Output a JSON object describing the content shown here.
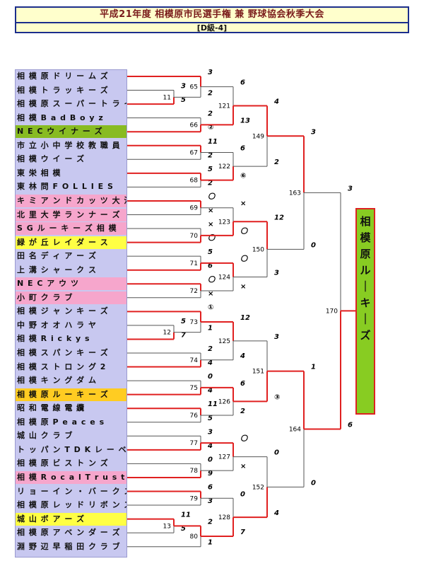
{
  "header": {
    "title": "平成21年度 相模原市民選手権 兼 野球協会秋季大会",
    "subtitle": "[D級-4]"
  },
  "teams": [
    {
      "name": "相 模 原 ド リ ー ム ズ",
      "hl": ""
    },
    {
      "name": "相 模 ト ラ ッ キ ー ズ",
      "hl": ""
    },
    {
      "name": "相 模 原 ス ー パ ー ト ラ イ",
      "hl": ""
    },
    {
      "name": "相 模 B a d B o y z",
      "hl": ""
    },
    {
      "name": "N E C ウ イ ナ ー ズ",
      "hl": "green"
    },
    {
      "name": "市 立 小 中 学 校 教 職 員",
      "hl": ""
    },
    {
      "name": "相 模 ウ イ ー ズ",
      "hl": ""
    },
    {
      "name": "東 栄 相 模",
      "hl": ""
    },
    {
      "name": "東 林 問 F O L L I E S",
      "hl": ""
    },
    {
      "name": "キ ミ ア ン ド カ ッ ツ 大 沼",
      "hl": "pink"
    },
    {
      "name": "北 里 大 学 ラ ン ナ ー ズ",
      "hl": "pink"
    },
    {
      "name": "S G ル ー キ ー ズ 相 模",
      "hl": "pink"
    },
    {
      "name": "緑 が 丘 レ イ ダ ー ス",
      "hl": "yellow"
    },
    {
      "name": "田 名 デ ィ ア ー ズ",
      "hl": ""
    },
    {
      "name": "上 溝 シ ャ ー ク ス",
      "hl": ""
    },
    {
      "name": "N E C ア ウ ツ",
      "hl": "pink"
    },
    {
      "name": "小 町 ク ラ ブ",
      "hl": "pink"
    },
    {
      "name": "相 模 ジ ャ ン キ ー ズ",
      "hl": ""
    },
    {
      "name": "中 野 オ オ ハ ラ ヤ",
      "hl": ""
    },
    {
      "name": "相 模 R i c k y s",
      "hl": ""
    },
    {
      "name": "相 模 ス パ ン キ ー ズ",
      "hl": ""
    },
    {
      "name": "相 模 ス ト ロ ン グ 2",
      "hl": ""
    },
    {
      "name": "相 模 キ ン グ ダ ム",
      "hl": ""
    },
    {
      "name": "相 模 原 ル ー キ ー ズ",
      "hl": "orange"
    },
    {
      "name": "昭 和 電 線 電 纜",
      "hl": ""
    },
    {
      "name": "相 模 原 P e a c e s",
      "hl": ""
    },
    {
      "name": "城 山 ク ラ ブ",
      "hl": ""
    },
    {
      "name": "ト ッ パ ン T D K レ ー ベ ル",
      "hl": ""
    },
    {
      "name": "相 模 原 ビ ス ト ン ズ",
      "hl": ""
    },
    {
      "name": "相 模 R o c a l T r u s t",
      "hl": "pink"
    },
    {
      "name": "リ ョ ー イ ン ・ バ ー ク ス",
      "hl": ""
    },
    {
      "name": "相 模 原 レ ッ ド リ ボ ン ズ",
      "hl": ""
    },
    {
      "name": "城 山 ボ ア ー ズ",
      "hl": "yellow"
    },
    {
      "name": "相 模 原 ア ベ ン ダ ー ズ",
      "hl": ""
    },
    {
      "name": "淵 野 辺 早 稲 田 ク ラ ブ",
      "hl": ""
    }
  ],
  "matches": [
    {
      "id": "11",
      "level": 0,
      "a": {
        "team": 1
      },
      "b": {
        "team": 2
      },
      "sa": "3",
      "sb": "5",
      "winner": "b"
    },
    {
      "id": "12",
      "level": 0,
      "a": {
        "team": 18
      },
      "b": {
        "team": 19
      },
      "sa": "5",
      "sb": "7",
      "winner": "b"
    },
    {
      "id": "13",
      "level": 0,
      "a": {
        "team": 32
      },
      "b": {
        "team": 33
      },
      "sa": "11",
      "sb": "5",
      "winner": "a"
    },
    {
      "id": "65",
      "level": 1,
      "a": {
        "team": 0
      },
      "b": {
        "match": "11"
      },
      "sa": "3",
      "sb": "2",
      "winner": "a"
    },
    {
      "id": "66",
      "level": 1,
      "a": {
        "team": 3
      },
      "b": {
        "team": 4
      },
      "sa": "2",
      "sb": "②",
      "winner": "b"
    },
    {
      "id": "67",
      "level": 1,
      "a": {
        "team": 5
      },
      "b": {
        "team": 6
      },
      "sa": "11",
      "sb": "2",
      "winner": "a"
    },
    {
      "id": "68",
      "level": 1,
      "a": {
        "team": 7
      },
      "b": {
        "team": 8
      },
      "sa": "5",
      "sb": "2",
      "winner": "a"
    },
    {
      "id": "69",
      "level": 1,
      "a": {
        "team": 9
      },
      "b": {
        "team": 10
      },
      "sa": "〇",
      "sb": "×",
      "winner": "a"
    },
    {
      "id": "70",
      "level": 1,
      "a": {
        "team": 11
      },
      "b": {
        "team": 12
      },
      "sa": "×",
      "sb": "〇",
      "winner": "b"
    },
    {
      "id": "71",
      "level": 1,
      "a": {
        "team": 13
      },
      "b": {
        "team": 14
      },
      "sa": "5",
      "sb": "6",
      "winner": "b"
    },
    {
      "id": "72",
      "level": 1,
      "a": {
        "team": 15
      },
      "b": {
        "team": 16
      },
      "sa": "〇",
      "sb": "×",
      "winner": "a"
    },
    {
      "id": "73",
      "level": 1,
      "a": {
        "team": 17
      },
      "b": {
        "match": "12"
      },
      "sa": "①",
      "sb": "1",
      "winner": "a"
    },
    {
      "id": "74",
      "level": 1,
      "a": {
        "team": 20
      },
      "b": {
        "team": 21
      },
      "sa": "2",
      "sb": "4",
      "winner": "b"
    },
    {
      "id": "75",
      "level": 1,
      "a": {
        "team": 22
      },
      "b": {
        "team": 23
      },
      "sa": "0",
      "sb": "4",
      "winner": "b"
    },
    {
      "id": "76",
      "level": 1,
      "a": {
        "team": 24
      },
      "b": {
        "team": 25
      },
      "sa": "11",
      "sb": "5",
      "winner": "a"
    },
    {
      "id": "77",
      "level": 1,
      "a": {
        "team": 26
      },
      "b": {
        "team": 27
      },
      "sa": "3",
      "sb": "4",
      "winner": "b"
    },
    {
      "id": "78",
      "level": 1,
      "a": {
        "team": 28
      },
      "b": {
        "team": 29
      },
      "sa": "0",
      "sb": "9",
      "winner": "b"
    },
    {
      "id": "79",
      "level": 1,
      "a": {
        "team": 30
      },
      "b": {
        "team": 31
      },
      "sa": "6",
      "sb": "3",
      "winner": "a"
    },
    {
      "id": "80",
      "level": 1,
      "a": {
        "match": "13"
      },
      "b": {
        "team": 34
      },
      "sa": "2",
      "sb": "1",
      "winner": "a"
    },
    {
      "id": "121",
      "level": 2,
      "a": {
        "match": "65"
      },
      "b": {
        "match": "66"
      },
      "sa": "6",
      "sb": "13",
      "winner": "b"
    },
    {
      "id": "122",
      "level": 2,
      "a": {
        "match": "67"
      },
      "b": {
        "match": "68"
      },
      "sa": "6",
      "sb": "⑥",
      "winner": "b"
    },
    {
      "id": "123",
      "level": 2,
      "a": {
        "match": "69"
      },
      "b": {
        "match": "70"
      },
      "sa": "×",
      "sb": "〇",
      "winner": "b"
    },
    {
      "id": "124",
      "level": 2,
      "a": {
        "match": "71"
      },
      "b": {
        "match": "72"
      },
      "sa": "〇",
      "sb": "×",
      "winner": "a"
    },
    {
      "id": "125",
      "level": 2,
      "a": {
        "match": "73"
      },
      "b": {
        "match": "74"
      },
      "sa": "12",
      "sb": "4",
      "winner": "a"
    },
    {
      "id": "126",
      "level": 2,
      "a": {
        "match": "75"
      },
      "b": {
        "match": "76"
      },
      "sa": "6",
      "sb": "2",
      "winner": "a"
    },
    {
      "id": "127",
      "level": 2,
      "a": {
        "match": "77"
      },
      "b": {
        "match": "78"
      },
      "sa": "〇",
      "sb": "×",
      "winner": "a"
    },
    {
      "id": "128",
      "level": 2,
      "a": {
        "match": "79"
      },
      "b": {
        "match": "80"
      },
      "sa": "0",
      "sb": "7",
      "winner": "b"
    },
    {
      "id": "149",
      "level": 3,
      "a": {
        "match": "121"
      },
      "b": {
        "match": "122"
      },
      "sa": "4",
      "sb": "2",
      "winner": "a"
    },
    {
      "id": "150",
      "level": 3,
      "a": {
        "match": "123"
      },
      "b": {
        "match": "124"
      },
      "sa": "12",
      "sb": "3",
      "winner": "a"
    },
    {
      "id": "151",
      "level": 3,
      "a": {
        "match": "125"
      },
      "b": {
        "match": "126"
      },
      "sa": "3",
      "sb": "③",
      "winner": "b"
    },
    {
      "id": "152",
      "level": 3,
      "a": {
        "match": "127"
      },
      "b": {
        "match": "128"
      },
      "sa": "0",
      "sb": "4",
      "winner": "b"
    },
    {
      "id": "163",
      "level": 4,
      "a": {
        "match": "149"
      },
      "b": {
        "match": "150"
      },
      "sa": "3",
      "sb": "0",
      "winner": "a"
    },
    {
      "id": "164",
      "level": 4,
      "a": {
        "match": "151"
      },
      "b": {
        "match": "152"
      },
      "sa": "1",
      "sb": "0",
      "winner": "a"
    },
    {
      "id": "170",
      "level": 5,
      "a": {
        "match": "163"
      },
      "b": {
        "match": "164"
      },
      "sa": "3",
      "sb": "6",
      "winner": "b"
    }
  ],
  "champion": "相模原ルーキーズ",
  "colors": {
    "line_win": "#e02020",
    "line_lose": "#555555",
    "panel": "#c8c8f0",
    "green": "#88bb22",
    "pink": "#f6a6cc",
    "yellow": "#ffff44",
    "orange": "#ffcc22",
    "champion_bg": "#88cc22"
  }
}
